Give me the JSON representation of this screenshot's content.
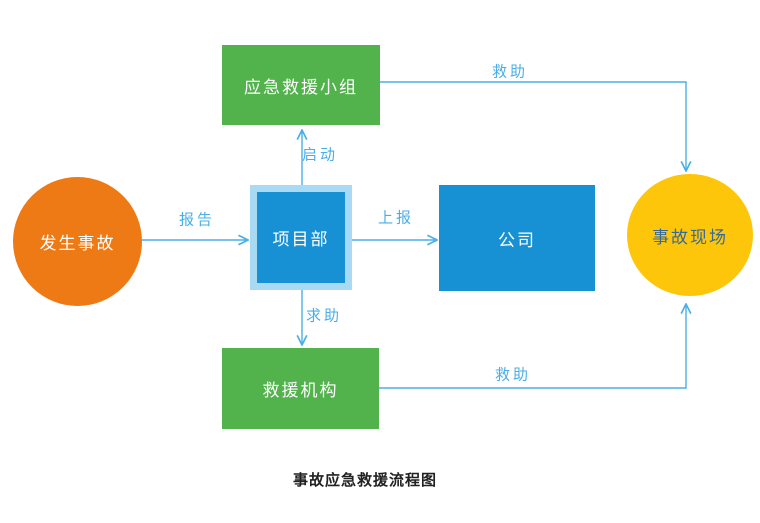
{
  "diagram": {
    "caption": "事故应急救援流程图",
    "nodes": {
      "accident": {
        "label": "发生事故",
        "shape": "circle",
        "color": "#ee7a16",
        "text_color": "#ffffff"
      },
      "team": {
        "label": "应急救援小组",
        "shape": "rect",
        "color": "#52b24c",
        "text_color": "#ffffff"
      },
      "project": {
        "label": "项目部",
        "shape": "rect",
        "color": "#1791d3",
        "border_color": "#a8daf3",
        "text_color": "#ffffff"
      },
      "company": {
        "label": "公司",
        "shape": "rect",
        "color": "#1791d3",
        "text_color": "#ffffff"
      },
      "scene": {
        "label": "事故现场",
        "shape": "circle",
        "color": "#fec60a",
        "text_color": "#336a9e"
      },
      "rescue_org": {
        "label": "救援机构",
        "shape": "rect",
        "color": "#52b24c",
        "text_color": "#ffffff"
      }
    },
    "edges": {
      "report": {
        "label": "报告",
        "from": "accident",
        "to": "project"
      },
      "start": {
        "label": "启动",
        "from": "project",
        "to": "team"
      },
      "submit": {
        "label": "上报",
        "from": "project",
        "to": "company"
      },
      "seek_help": {
        "label": "求助",
        "from": "project",
        "to": "rescue_org"
      },
      "rescue_top": {
        "label": "救助",
        "from": "team",
        "to": "scene"
      },
      "rescue_bottom": {
        "label": "救助",
        "from": "rescue_org",
        "to": "scene"
      }
    },
    "colors": {
      "arrow": "#4aaee8",
      "caption_text": "#222222",
      "background": "#ffffff"
    }
  }
}
